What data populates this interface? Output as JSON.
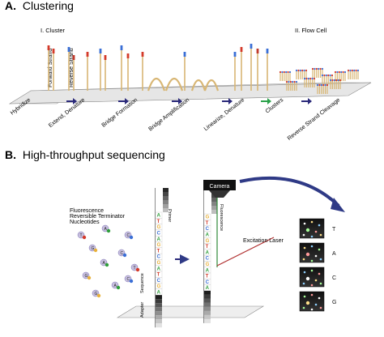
{
  "section_a": {
    "letter": "A.",
    "title": "Clustering",
    "subtitle_cluster": "I. Cluster",
    "subtitle_flowcell": "II. Flow Cell",
    "strand_labels": [
      "Forward Strand",
      "Reverse Strand"
    ],
    "steps": [
      "Hybridize",
      "Extend, Denature",
      "Bridge Formation",
      "Bridge Amplification",
      "Linearize, Denature",
      "Clusters",
      "Reverse Strand Cleavage"
    ]
  },
  "section_b": {
    "letter": "B.",
    "title": "High-throughput sequencing",
    "nucleotide_label": [
      "Fluorescence",
      "Reversible Terminator",
      "Nucleotides"
    ],
    "primer_label": "Primer",
    "sequence_label": "Sequence",
    "adapter_label": "Adapter",
    "fluorescence_label": "Fluorescence",
    "camera_label": "Camera",
    "laser_label": "Excitation Laser",
    "strand_letters_left": [
      "A",
      "T",
      "G",
      "C",
      "A",
      "G",
      "T",
      "C",
      "G",
      "A",
      "T",
      "C",
      "G",
      "A"
    ],
    "strand_letters_right": [
      "G",
      "T",
      "C",
      "A",
      "G",
      "T",
      "A",
      "C",
      "G",
      "A",
      "T",
      "C",
      "A"
    ],
    "bases": [
      "T",
      "A",
      "C",
      "G"
    ],
    "free_nucleotides": [
      "T",
      "A",
      "C",
      "G",
      "C",
      "A",
      "T",
      "G",
      "A",
      "G",
      "C"
    ]
  },
  "colors": {
    "base_A": "#2e9e3a",
    "base_T": "#d43a2a",
    "base_G": "#e8b13a",
    "base_C": "#3a6fd6",
    "strand_tan": "#d8b674",
    "arrow_navy": "#2b2a7a",
    "arrow_green": "#2aa14a",
    "camera_arrow": "#2f3a86",
    "laser": "#b03030",
    "fluor_line": "#2e8a3a"
  }
}
